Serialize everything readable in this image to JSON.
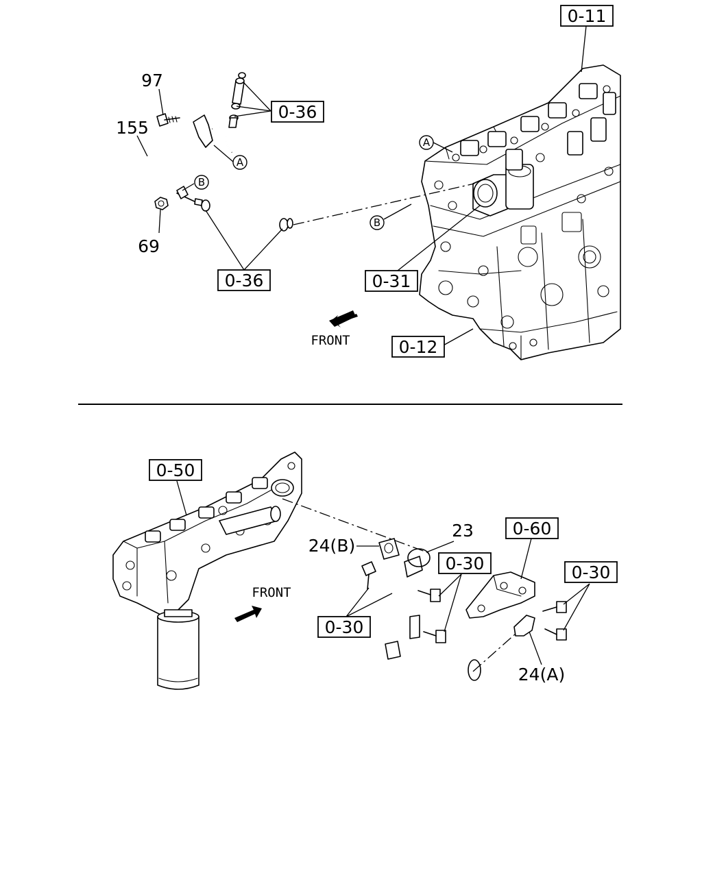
{
  "top_diagram": {
    "ref_labels": {
      "r_0_11": "0-11",
      "r_0_36_upper": "0-36",
      "r_0_36_lower": "0-36",
      "r_0_31": "0-31",
      "r_0_12": "0-12"
    },
    "part_numbers": {
      "p97": "97",
      "p155": "155",
      "p69": "69"
    },
    "circle_markers": {
      "a_hose": "A",
      "b_bolt": "B",
      "a_block": "A",
      "b_pipe": "B"
    },
    "front_label": "FRONT"
  },
  "bottom_diagram": {
    "ref_labels": {
      "r_0_50": "0-50",
      "r_0_60": "0-60",
      "r_0_30_a": "0-30",
      "r_0_30_b": "0-30",
      "r_0_30_c": "0-30"
    },
    "part_numbers": {
      "p23": "23",
      "p24b": "24(B)",
      "p24a": "24(A)"
    },
    "front_label": "FRONT"
  }
}
